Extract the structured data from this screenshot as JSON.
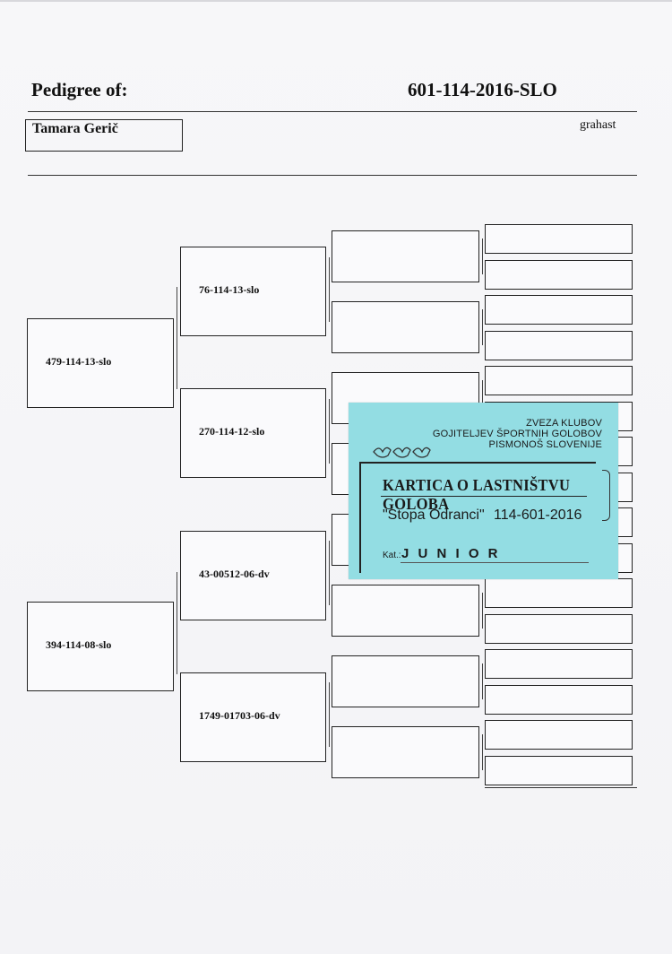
{
  "header": {
    "label": "Pedigree of:",
    "ring_number": "601-114-2016-SLO"
  },
  "owner": "Tamara Gerič",
  "color": "grahast",
  "generation1": [
    {
      "ring": "479-114-13-slo"
    },
    {
      "ring": "394-114-08-slo"
    }
  ],
  "generation2": [
    {
      "ring": "76-114-13-slo"
    },
    {
      "ring": "270-114-12-slo"
    },
    {
      "ring": "43-00512-06-dv"
    },
    {
      "ring": "1749-01703-06-dv"
    }
  ],
  "card": {
    "org_line1": "ZVEZA KLUBOV",
    "org_line2": "GOJITELJEV ŠPORTNIH GOLOBOV",
    "org_line3": "PISMONOŠ SLOVENIJE",
    "doves_icon": "dove-icon",
    "title": "KARTICA O LASTNIŠTVU GOLOBA",
    "loft": "\"Stopa Odranci\"",
    "ring": "114-601-2016",
    "category_label": "Kat.:",
    "category": "J U N I O R",
    "color": "#93dde3"
  }
}
